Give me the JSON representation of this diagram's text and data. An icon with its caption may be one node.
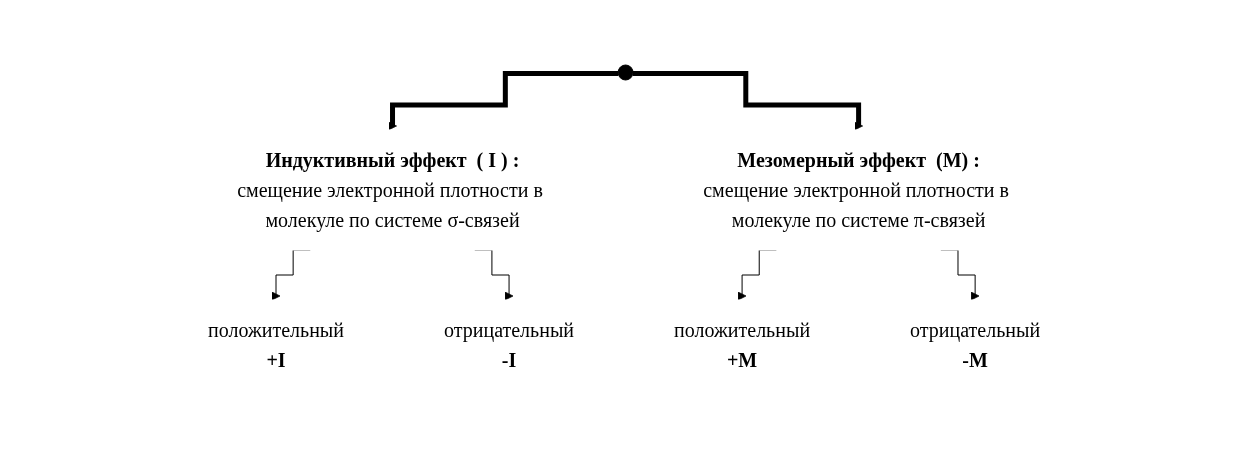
{
  "diagram": {
    "nodes": [
      {
        "text": [
          "Индуктивный эффект  ( I ) :",
          "смещение электронной плотности в молекуле по системе σ-связей"
        ]
      },
      {
        "text": [
          "Мезомерный эффект  (M) :",
          "смещение электронной плотности в молекуле по системе π-связей"
        ]
      },
      {
        "text": [
          "положительный",
          "+I"
        ]
      },
      {
        "text": [
          "отрицательный",
          "-I"
        ]
      },
      {
        "text": [
          "положительный",
          "+M"
        ]
      },
      {
        "text": [
          "отрицательный",
          "-M"
        ]
      }
    ],
    "edges": [
      {
        "from": null,
        "to": 0,
        "arrow": "to",
        "style": "thick"
      },
      {
        "from": null,
        "to": 1,
        "arrow": "to",
        "style": "thick"
      },
      {
        "from": 0,
        "to": 2,
        "arrow": "to"
      },
      {
        "from": 0,
        "to": 3,
        "arrow": "to"
      },
      {
        "from": 1,
        "to": 4,
        "arrow": "to"
      },
      {
        "from": 1,
        "to": 5,
        "arrow": "to"
      }
    ]
  }
}
